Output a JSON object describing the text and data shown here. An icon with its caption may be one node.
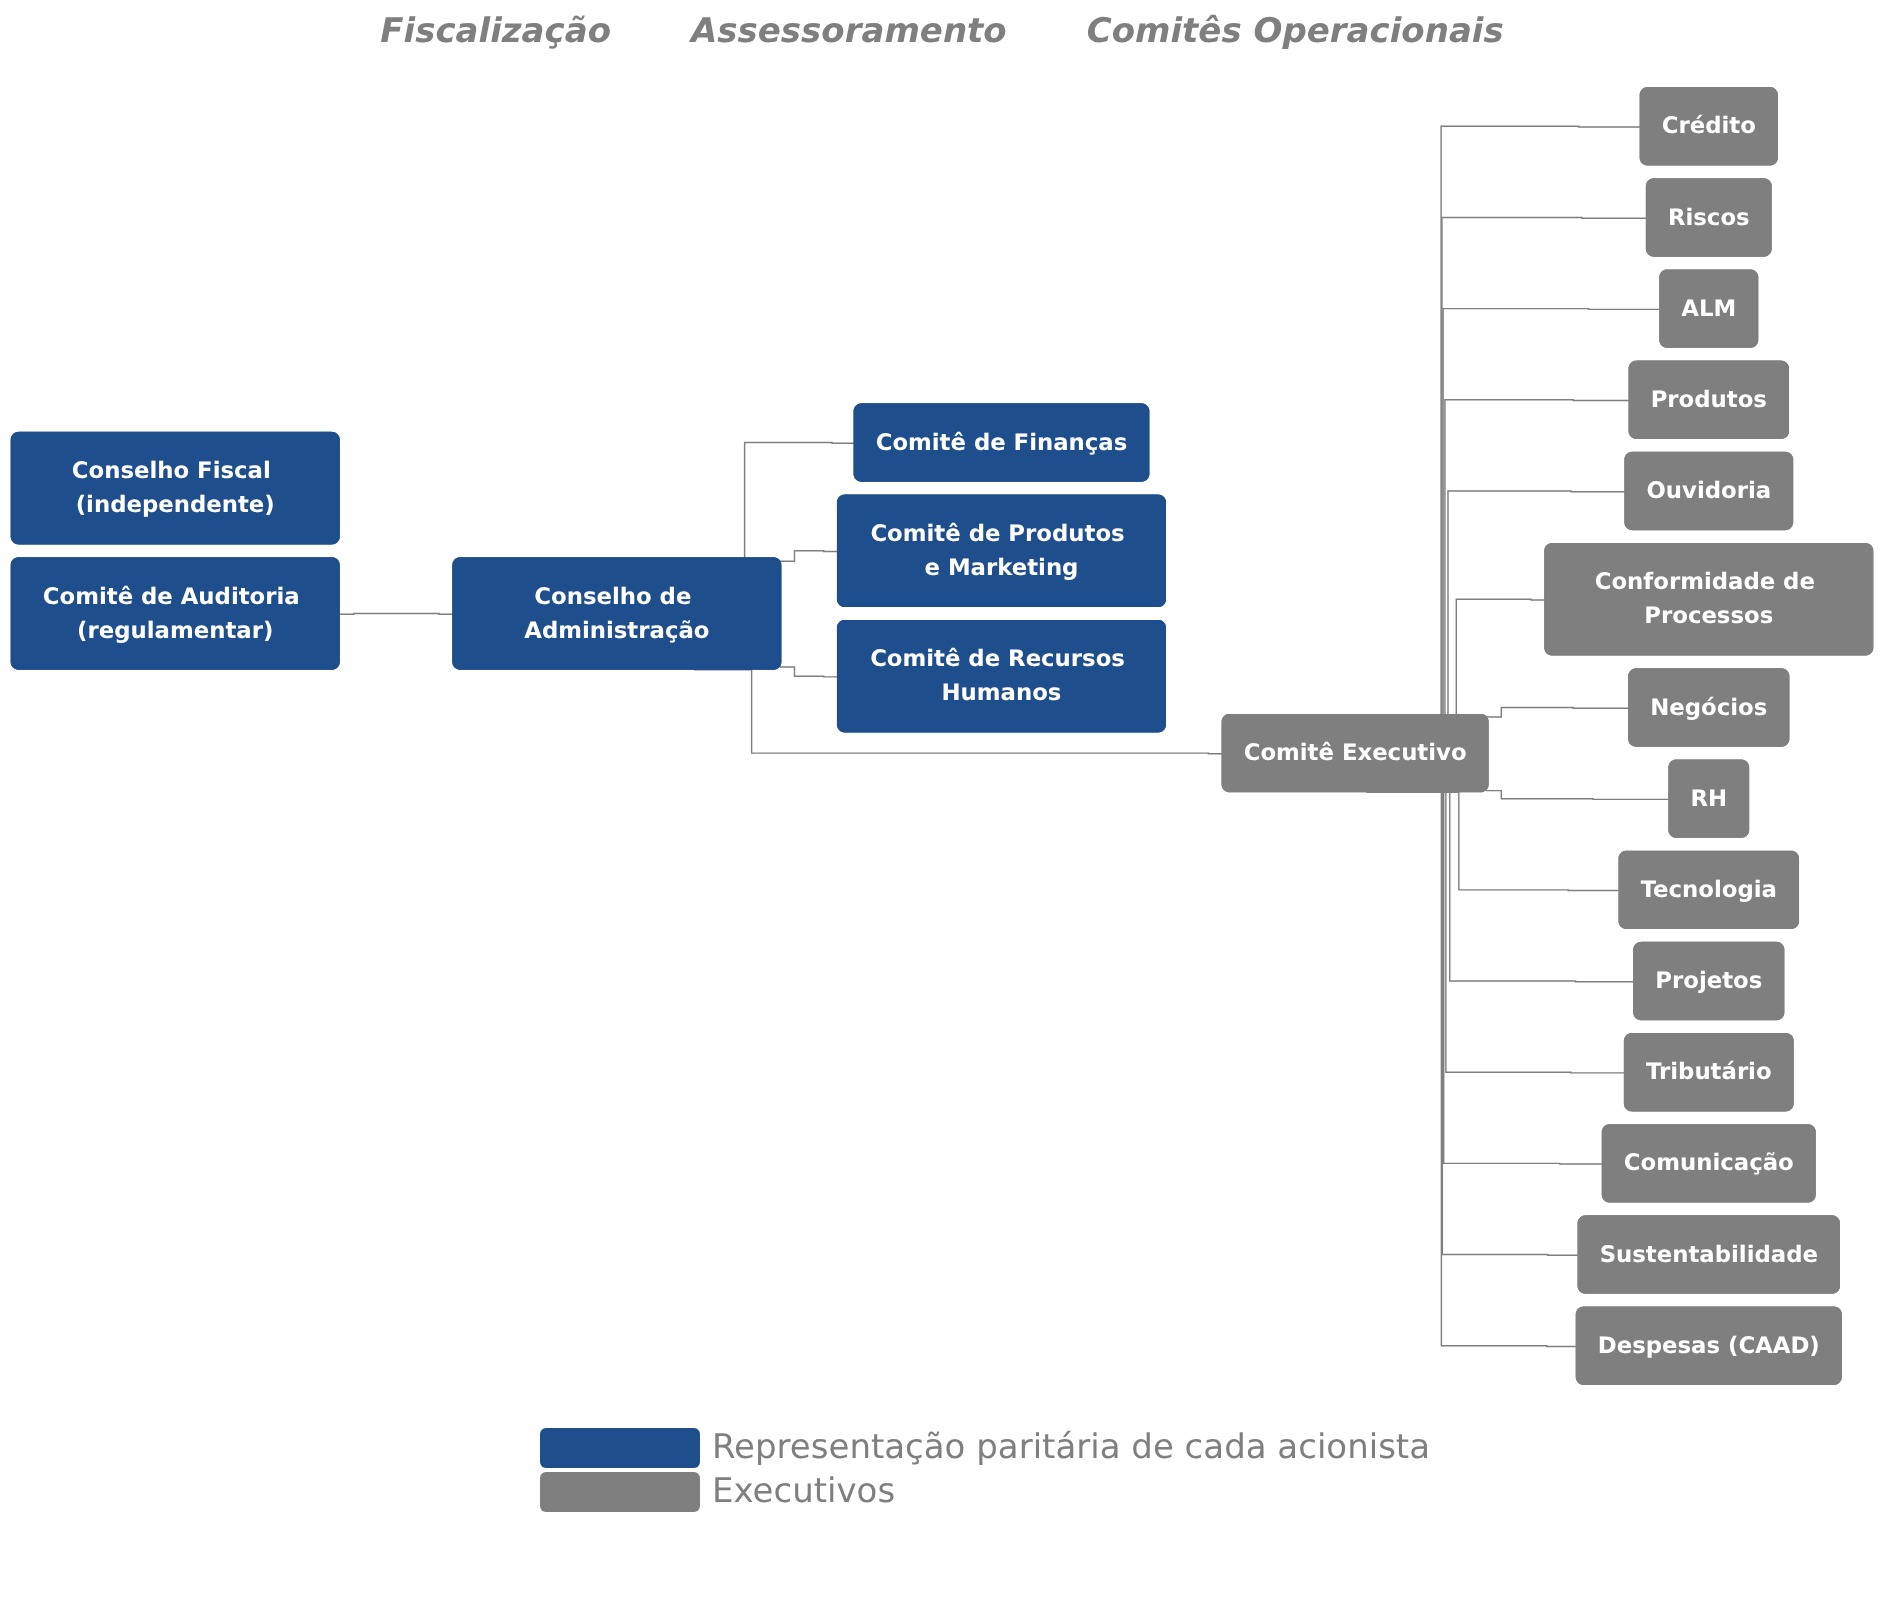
{
  "diagram": {
    "nodes": [
      {
        "text": [
          "Conselho Fiscal (independente)"
        ]
      },
      {
        "text": [
          "Comitê de Auditoria (regulamentar)"
        ]
      },
      {
        "text": [
          "Conselho de Administração"
        ]
      },
      {
        "text": [
          "Comitê de Finanças"
        ]
      },
      {
        "text": [
          "Comitê de Produtos e Marketing"
        ]
      },
      {
        "text": [
          "Comitê de Recursos Humanos"
        ]
      },
      {
        "text": [
          "Comitê Executivo"
        ]
      },
      {
        "text": [
          "Crédito"
        ]
      },
      {
        "text": [
          "Riscos"
        ]
      },
      {
        "text": [
          "ALM"
        ]
      },
      {
        "text": [
          "Produtos"
        ]
      },
      {
        "text": [
          "Ouvidoria"
        ]
      },
      {
        "text": [
          "Conformidade de Processos"
        ]
      },
      {
        "text": [
          "Negócios"
        ]
      },
      {
        "text": [
          "RH"
        ]
      },
      {
        "text": [
          "Tecnologia"
        ]
      },
      {
        "text": [
          "Projetos"
        ]
      },
      {
        "text": [
          "Tributário"
        ]
      },
      {
        "text": [
          "Comunicação"
        ]
      },
      {
        "text": [
          "Sustentabilidade"
        ]
      },
      {
        "text": [
          "Despesas (CAAD)"
        ]
      }
    ],
    "edges": [
      {
        "from": 1,
        "to": 2,
        "arrow": "none"
      },
      {
        "from": 2,
        "to": 3,
        "arrow": "none"
      },
      {
        "from": 2,
        "to": 4,
        "arrow": "none"
      },
      {
        "from": 2,
        "to": 5,
        "arrow": "none"
      },
      {
        "from": 2,
        "to": 6,
        "arrow": "none"
      },
      {
        "from": 6,
        "to": 7,
        "arrow": "none"
      },
      {
        "from": 6,
        "to": 8,
        "arrow": "none"
      },
      {
        "from": 6,
        "to": 9,
        "arrow": "none"
      },
      {
        "from": 6,
        "to": 10,
        "arrow": "none"
      },
      {
        "from": 6,
        "to": 11,
        "arrow": "none"
      },
      {
        "from": 6,
        "to": 12,
        "arrow": "none"
      },
      {
        "from": 6,
        "to": 13,
        "arrow": "none"
      },
      {
        "from": 6,
        "to": 14,
        "arrow": "none"
      },
      {
        "from": 6,
        "to": 15,
        "arrow": "none"
      },
      {
        "from": 6,
        "to": 16,
        "arrow": "none"
      },
      {
        "from": 6,
        "to": 17,
        "arrow": "none"
      },
      {
        "from": 6,
        "to": 18,
        "arrow": "none"
      },
      {
        "from": 6,
        "to": 19,
        "arrow": "none"
      },
      {
        "from": 6,
        "to": 20,
        "arrow": "none"
      }
    ],
    "labels": [
      "Fiscalização",
      "Assessoramento",
      "Comitês Operacionais"
    ],
    "legend": [
      {
        "text": "Representação paritária de cada acionista",
        "color": "#1f4e8c"
      },
      {
        "text": "Executivos",
        "color": "#7f7f7f"
      }
    ]
  }
}
